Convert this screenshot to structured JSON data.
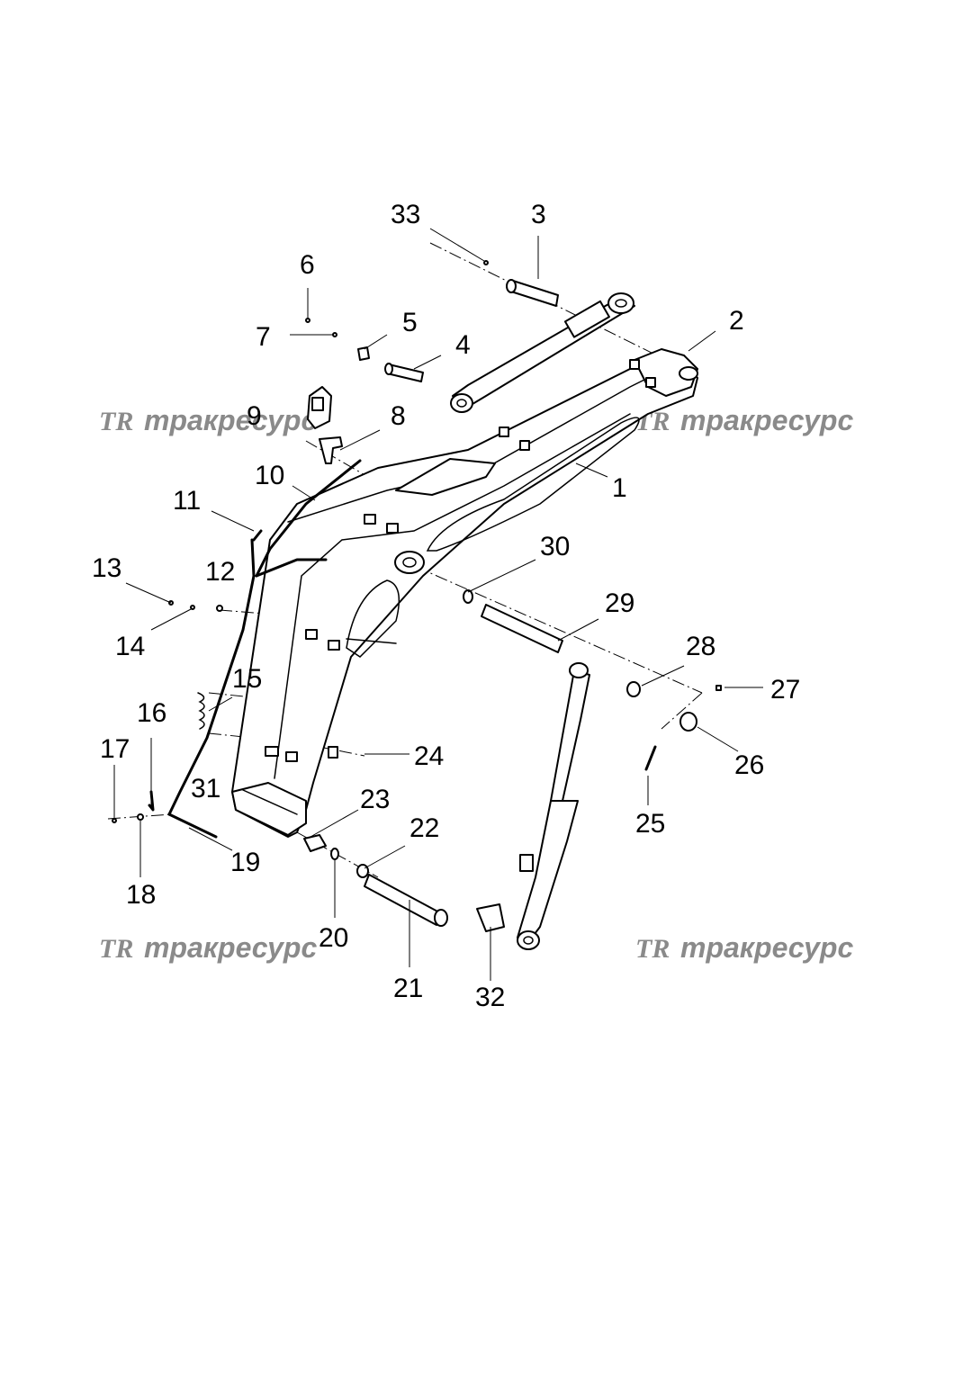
{
  "watermark": {
    "logo": "TR",
    "text": "тракресурс",
    "color": "#8a8a8a"
  },
  "callouts": [
    "1",
    "2",
    "3",
    "4",
    "5",
    "6",
    "7",
    "8",
    "9",
    "10",
    "11",
    "12",
    "13",
    "14",
    "15",
    "16",
    "17",
    "18",
    "19",
    "20",
    "21",
    "22",
    "23",
    "24",
    "25",
    "26",
    "27",
    "28",
    "29",
    "30",
    "31",
    "32",
    "33"
  ]
}
